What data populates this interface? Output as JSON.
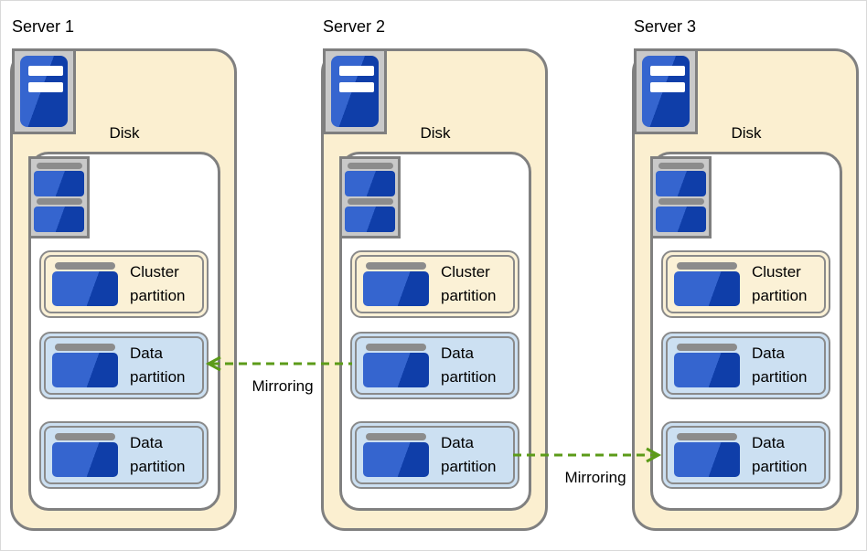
{
  "colors": {
    "text": "#000000",
    "server_fill": "#FBEFD0",
    "server_border": "#808080",
    "disk_fill": "#FFFFFF",
    "partition_border": "#8A8A8A",
    "cluster_fill": "#FBF1D6",
    "data_fill": "#CCE0F2",
    "icon_gray_fill": "#C9C9C9",
    "icon_gray_border": "#7F7F7F",
    "icon_bar_gray": "#8C8C8C",
    "blue_light": "#3565CF",
    "blue_dark": "#0F3EA9",
    "arrow_green": "#5C9B19"
  },
  "servers": [
    {
      "label": "Server 1",
      "disk_label": "Disk",
      "partitions": [
        {
          "type": "cluster",
          "label": "Cluster partition"
        },
        {
          "type": "data",
          "label": "Data partition"
        },
        {
          "type": "data",
          "label": "Data partition"
        }
      ]
    },
    {
      "label": "Server 2",
      "disk_label": "Disk",
      "partitions": [
        {
          "type": "cluster",
          "label": "Cluster partition"
        },
        {
          "type": "data",
          "label": "Data partition"
        },
        {
          "type": "data",
          "label": "Data partition"
        }
      ]
    },
    {
      "label": "Server 3",
      "disk_label": "Disk",
      "partitions": [
        {
          "type": "cluster",
          "label": "Cluster partition"
        },
        {
          "type": "data",
          "label": "Data partition"
        },
        {
          "type": "data",
          "label": "Data partition"
        }
      ]
    }
  ],
  "arrows": [
    {
      "label": "Mirroring",
      "direction": "left",
      "from": "Server 2 data partition 1",
      "to": "Server 1 data partition 1"
    },
    {
      "label": "Mirroring",
      "direction": "right",
      "from": "Server 2 data partition 2",
      "to": "Server 3 data partition 2"
    }
  ]
}
